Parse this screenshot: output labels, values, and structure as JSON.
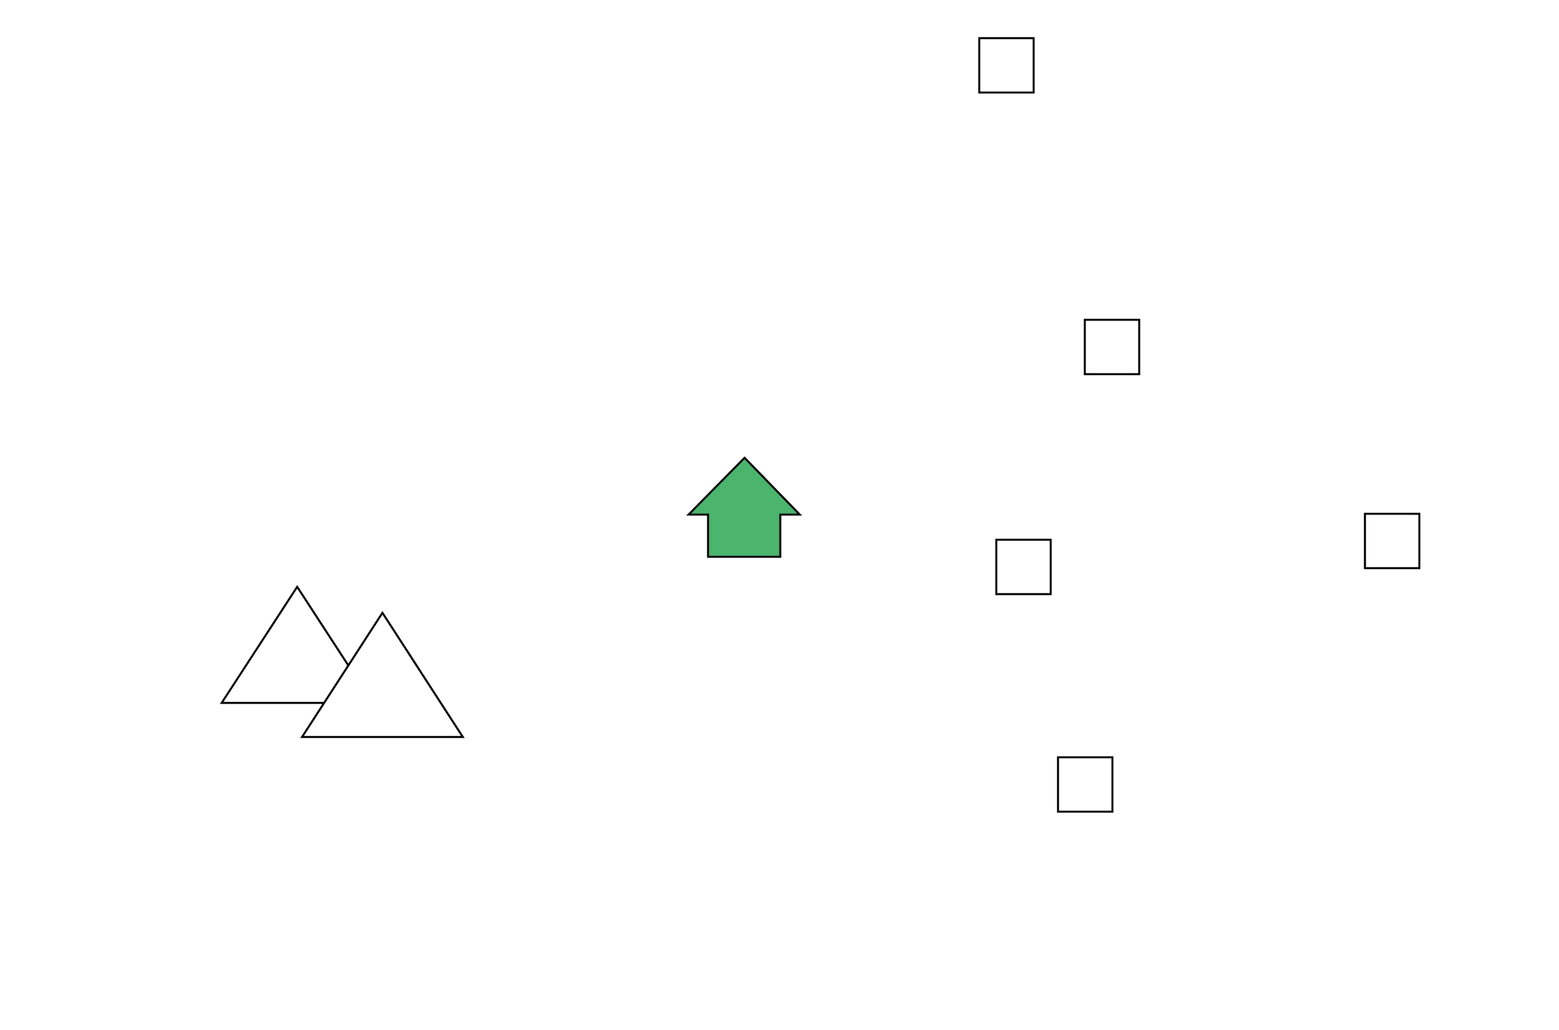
{
  "scene": {
    "background_color": "#ffffff",
    "stroke_color": "#000000",
    "player": {
      "shape": "up-arrow",
      "icon": "arrow-up-icon",
      "fill_color": "#4bb56d"
    },
    "squares": [
      {
        "name": "square-1",
        "fill_color": "#ffffff"
      },
      {
        "name": "square-2",
        "fill_color": "#ffffff"
      },
      {
        "name": "square-3",
        "fill_color": "#ffffff"
      },
      {
        "name": "square-4",
        "fill_color": "#ffffff"
      },
      {
        "name": "square-5",
        "fill_color": "#ffffff"
      }
    ],
    "triangles": [
      {
        "name": "triangle-1",
        "fill_color": "#ffffff"
      },
      {
        "name": "triangle-2",
        "fill_color": "#ffffff"
      }
    ]
  }
}
